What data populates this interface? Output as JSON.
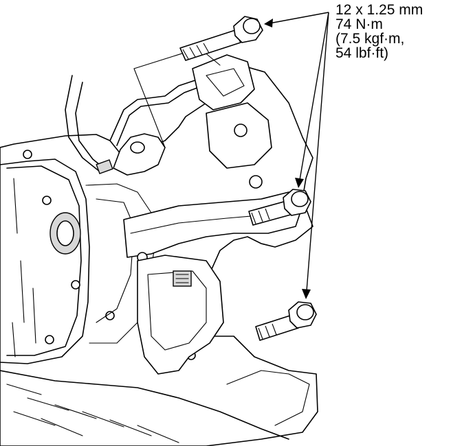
{
  "callout": {
    "lines": [
      "12 x 1.25 mm",
      "74 N·m",
      "(7.5 kgf·m,",
      "54 lbf·ft)"
    ]
  }
}
